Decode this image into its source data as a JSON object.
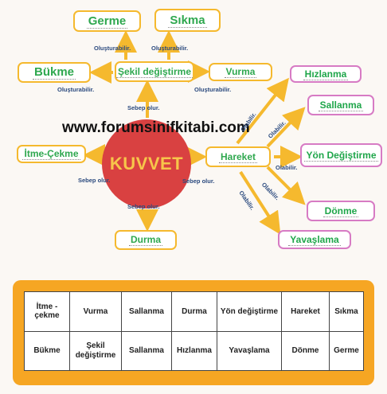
{
  "watermark": "www.forumsinifkitabi.com",
  "center": "KUVVET",
  "colors": {
    "yellow": "#f5b92e",
    "pink": "#d77bc4",
    "green": "#2fa84f",
    "red": "#d94141",
    "orange": "#f6a623",
    "label": "#2b4a7e"
  },
  "nodes": {
    "germe": "Germe",
    "sikma": "Sıkma",
    "bukme": "Bükme",
    "sekil": "Şekil değiştirme",
    "vurma": "Vurma",
    "itme": "İtme-Çekme",
    "durma": "Durma",
    "hareket": "Hareket",
    "hizlanma": "Hızlanma",
    "sallanma": "Sallanma",
    "yon": "Yön Değiştirme",
    "donme": "Dönme",
    "yavaslama": "Yavaşlama"
  },
  "edge_labels": {
    "olusturabilir": "Oluşturabilir.",
    "sebep_olur": "Sebep olur.",
    "olabilir": "Olabilir."
  },
  "word_bank": [
    [
      "İtme - çekme",
      "Vurma",
      "Sallanma",
      "Durma",
      "Yön değiştirme",
      "Hareket",
      "Sıkma"
    ],
    [
      "Bükme",
      "Şekil değiştirme",
      "Sallanma",
      "Hızlanma",
      "Yavaşlama",
      "Dönme",
      "Germe"
    ]
  ]
}
